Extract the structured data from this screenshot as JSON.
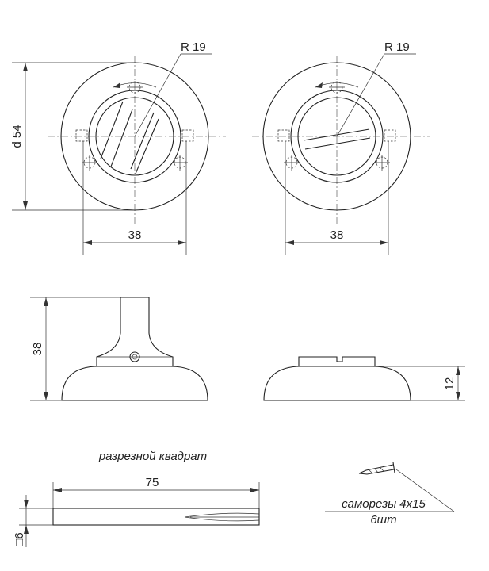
{
  "colors": {
    "line": "#222222",
    "background": "#ffffff"
  },
  "front_left": {
    "radius_label": "R 19",
    "diameter_label": "d 54",
    "width_label": "38"
  },
  "front_right": {
    "radius_label": "R 19",
    "width_label": "38"
  },
  "side_left": {
    "height_label": "38"
  },
  "side_right": {
    "height_label": "12"
  },
  "square_bar": {
    "title": "разрезной квадрат",
    "length_label": "75",
    "section_label": "□6"
  },
  "screws": {
    "label_line1": "саморезы 4х15",
    "label_line2": "6шт"
  }
}
